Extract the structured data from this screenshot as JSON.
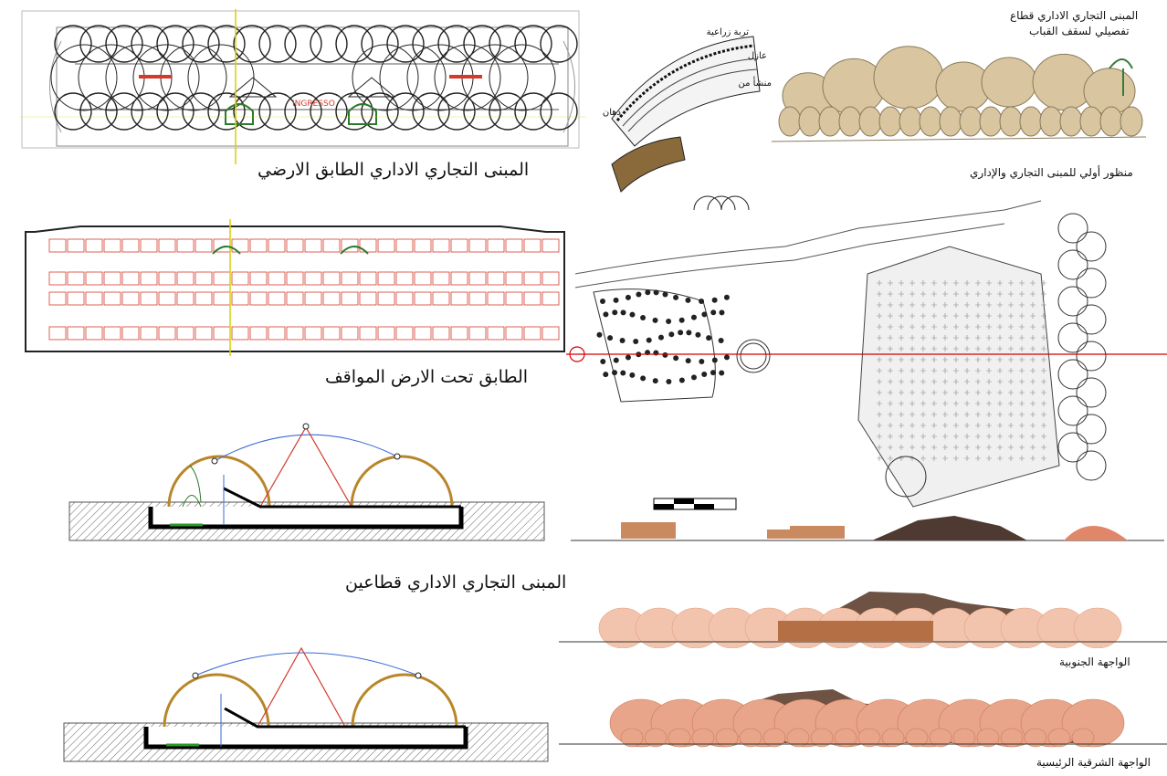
{
  "titles": {
    "ground_floor": "المبنى التجاري الاداري الطابق الارضي",
    "basement_parking": "الطابق تحت الارض المواقف",
    "sections": "المبنى التجاري الاداري قطاعين",
    "dome_detail_line1": "المبنى التجاري الاداري قطاع",
    "dome_detail_line2": "تفصيلي لسقف القباب",
    "perspective": "منظور أولي للمبنى التجاري والإداري",
    "south_elevation": "الواجهة الجنوبية",
    "east_elevation": "الواجهة الشرقية الرئيسية"
  },
  "plan_labels": {
    "entrance": "INGRESSO"
  },
  "sketch_notes": {
    "soil": "تربة زراعية",
    "insulation": "عازل",
    "structure": "منشأ من",
    "plaster": "دهان"
  },
  "colors": {
    "plan_lines": "#222222",
    "parking_red": "#d43a2a",
    "axis_yellow": "#d8d000",
    "site_red": "#d80000",
    "dome_gold": "#b8862a",
    "arch_blue": "#3a6ad8",
    "terracotta": "#e8a58a",
    "mountain": "#6e5244"
  }
}
